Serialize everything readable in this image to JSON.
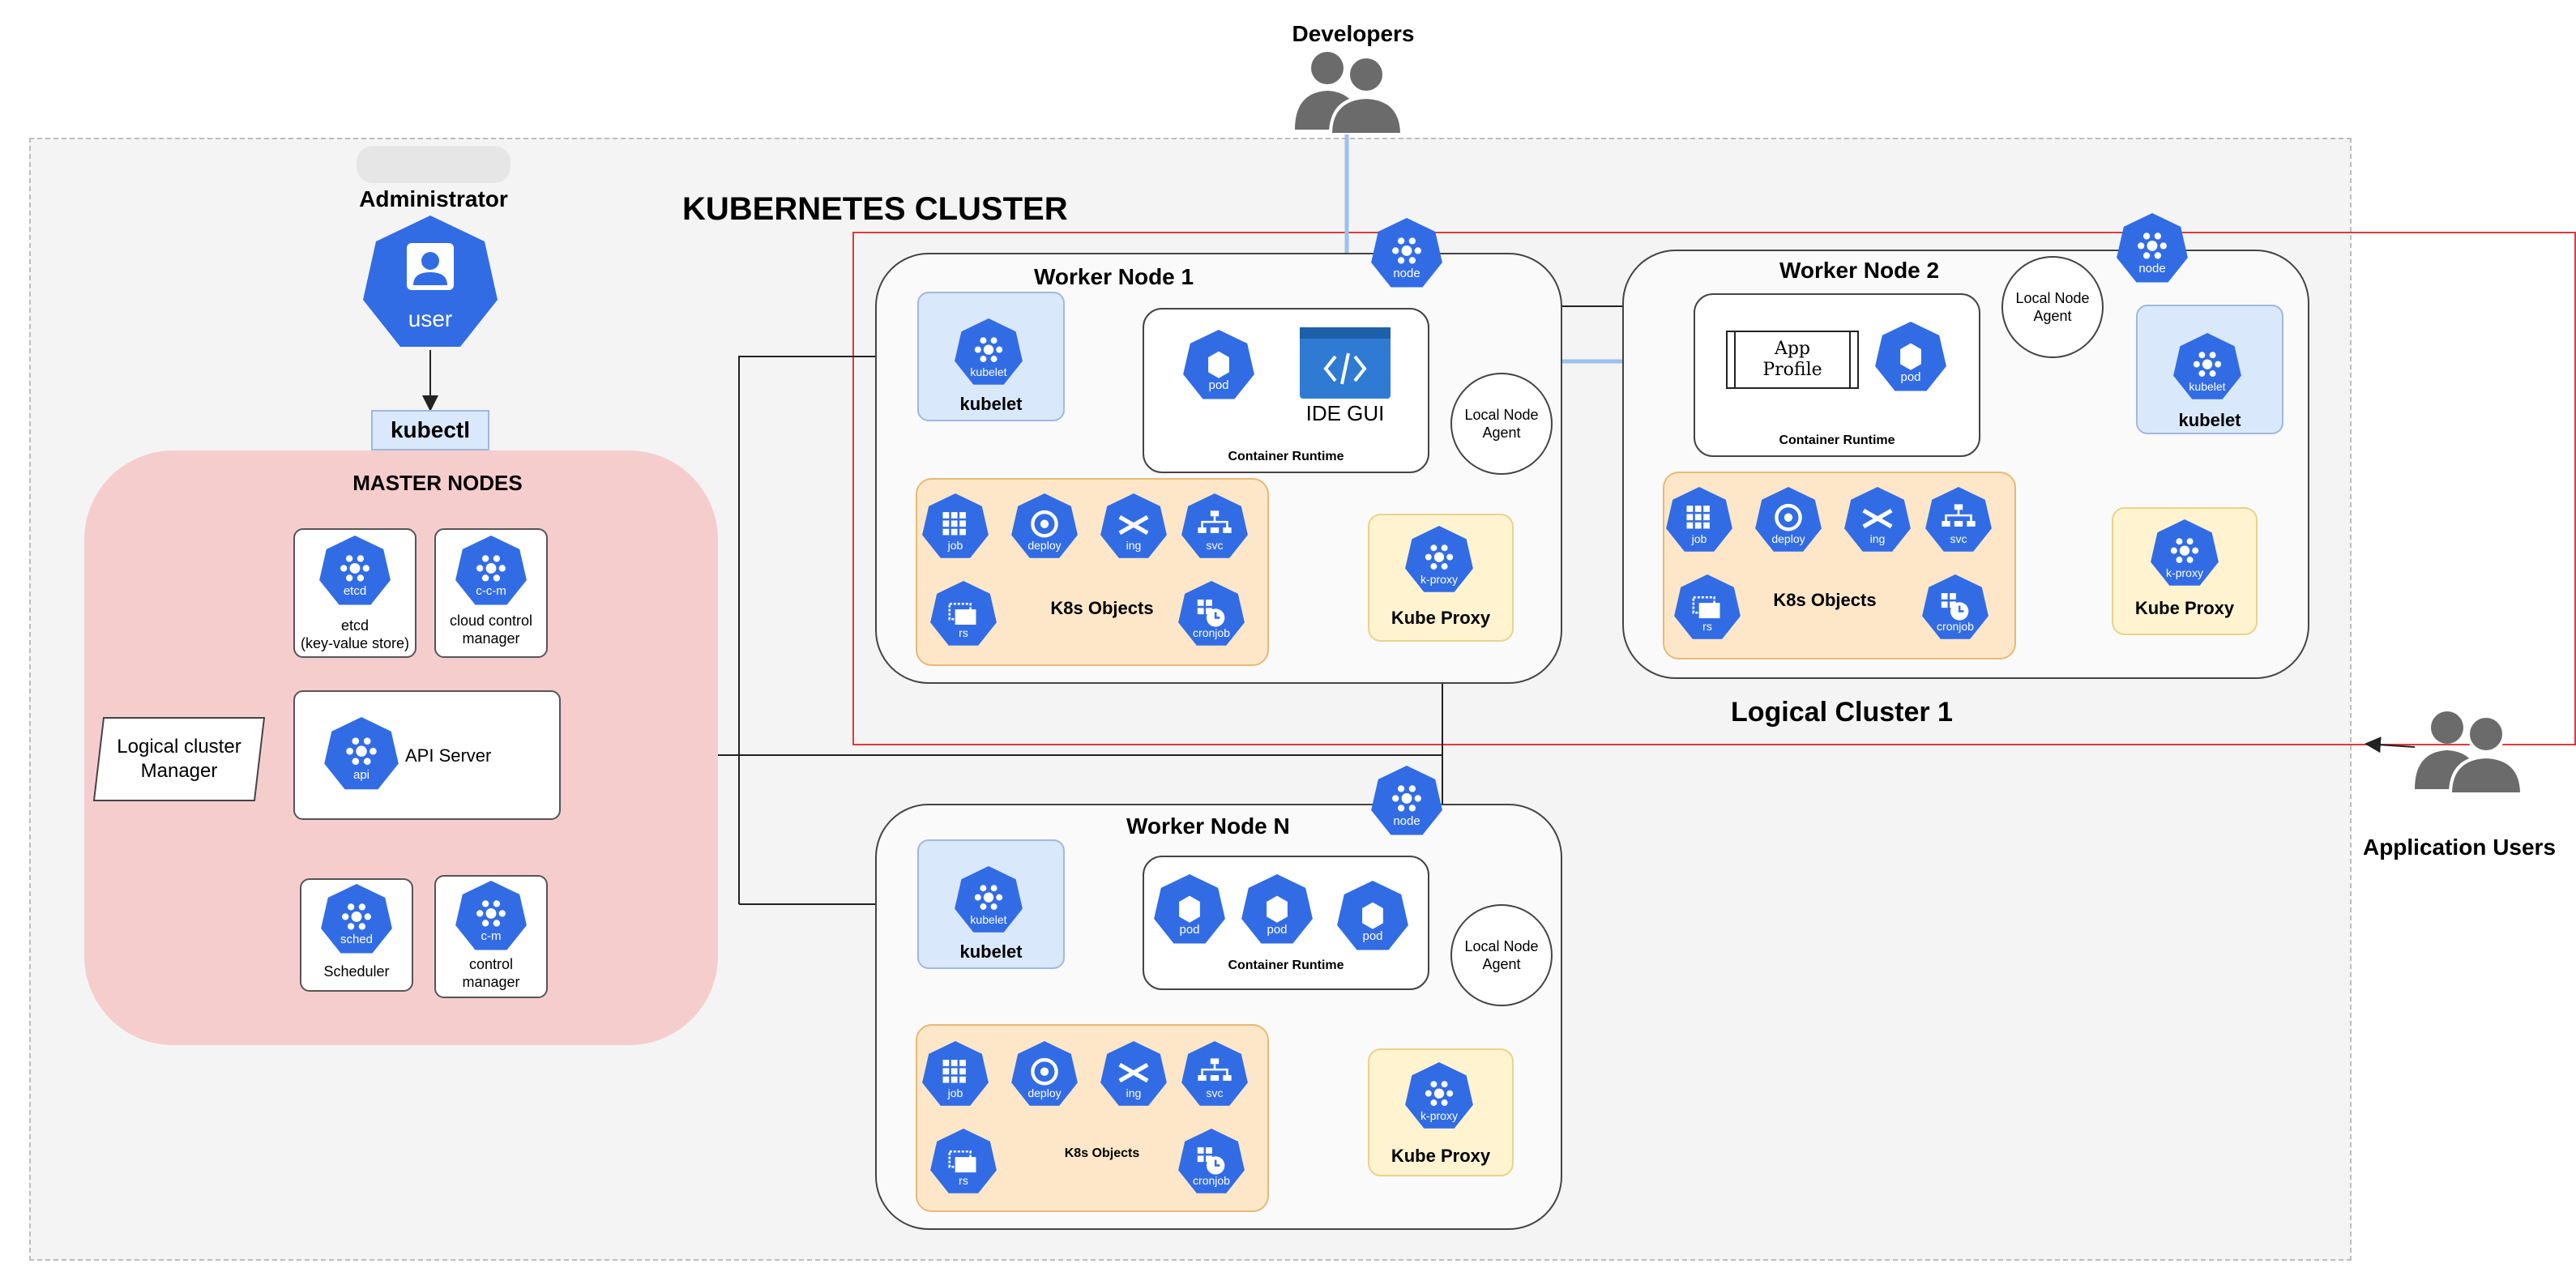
{
  "developers_label": "Developers",
  "app_users_label": "Application Users",
  "administrator_label": "Administrator",
  "user_icon_label": "user",
  "kubectl_label": "kubectl",
  "cluster_title": "KUBERNETES CLUSTER",
  "logical_cluster_title": "Logical Cluster 1",
  "master": {
    "title": "MASTER NODES",
    "etcd_label": "etcd\n(key-value store)",
    "etcd_icon": "etcd",
    "ccm_label": "cloud control\nmanager",
    "ccm_icon": "c-c-m",
    "api_label": "API Server",
    "api_icon": "api",
    "sched_label": "Scheduler",
    "sched_icon": "sched",
    "cm_label": "control\nmanager",
    "cm_icon": "c-m",
    "logical_manager_label": "Logical cluster\nManager"
  },
  "node_icon_label": "node",
  "kubelet_label": "kubelet",
  "pod_label": "pod",
  "container_runtime_label": "Container Runtime",
  "local_node_agent_label": "Local Node\nAgent",
  "k8s_objects_label": "K8s Objects",
  "kube_proxy_label": "Kube Proxy",
  "k_proxy_icon": "k-proxy",
  "objects": {
    "job": "job",
    "deploy": "deploy",
    "ing": "ing",
    "svc": "svc",
    "rs": "rs",
    "cronjob": "cronjob"
  },
  "worker1": {
    "title": "Worker Node 1",
    "ide_label": "IDE GUI"
  },
  "worker2": {
    "title": "Worker Node 2",
    "app_profile_label": "App\nProfile"
  },
  "workerN": {
    "title": "Worker Node N"
  },
  "colors": {
    "k8s_blue": "#326ce5",
    "master_bg": "#f6cdcd",
    "cluster_border": "#e0393e",
    "kubelet_bg": "#dae8fc",
    "objects_bg": "#fde7c8",
    "proxy_bg": "#fff3d0"
  }
}
